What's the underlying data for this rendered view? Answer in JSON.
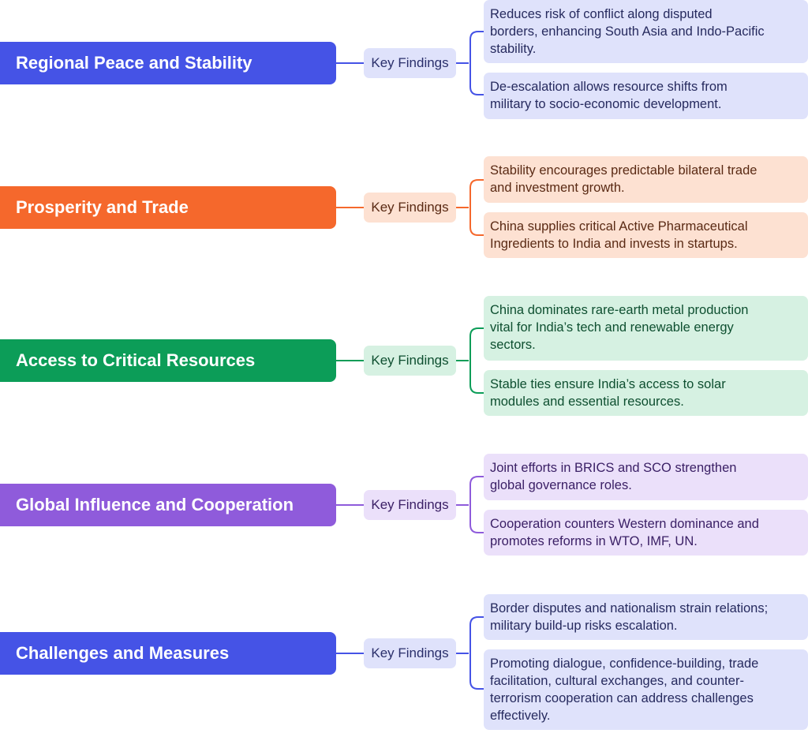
{
  "colors": {
    "blue": "#4553e6",
    "orange": "#f5682c",
    "green": "#0c9d58",
    "purple": "#8f5bdb"
  },
  "branches": [
    {
      "title": "Regional Peace and Stability",
      "key_label": "Key Findings",
      "findings": [
        [
          "Reduces risk of conflict along disputed",
          "borders, enhancing South Asia and Indo-Pacific",
          "stability."
        ],
        [
          "De-escalation allows resource shifts from",
          "military to socio-economic development."
        ]
      ]
    },
    {
      "title": "Prosperity and Trade",
      "key_label": "Key Findings",
      "findings": [
        [
          "Stability encourages predictable bilateral trade",
          "and investment growth."
        ],
        [
          "China supplies critical Active Pharmaceutical",
          "Ingredients to India and invests in startups."
        ]
      ]
    },
    {
      "title": "Access to Critical Resources",
      "key_label": "Key Findings",
      "findings": [
        [
          "China dominates rare-earth metal production",
          "vital for India’s tech and renewable energy",
          "sectors."
        ],
        [
          "Stable ties ensure India’s access to solar",
          "modules and essential resources."
        ]
      ]
    },
    {
      "title": "Global Influence and Cooperation",
      "key_label": "Key Findings",
      "findings": [
        [
          "Joint efforts in BRICS and SCO strengthen",
          "global governance roles."
        ],
        [
          "Cooperation counters Western dominance and",
          "promotes reforms in WTO, IMF, UN."
        ]
      ]
    },
    {
      "title": "Challenges and Measures",
      "key_label": "Key Findings",
      "findings": [
        [
          "Border disputes and nationalism strain relations;",
          "military build-up risks escalation."
        ],
        [
          "Promoting dialogue, confidence-building, trade",
          "facilitation, cultural exchanges, and counter-",
          "terrorism cooperation can address challenges",
          "effectively."
        ]
      ]
    }
  ]
}
